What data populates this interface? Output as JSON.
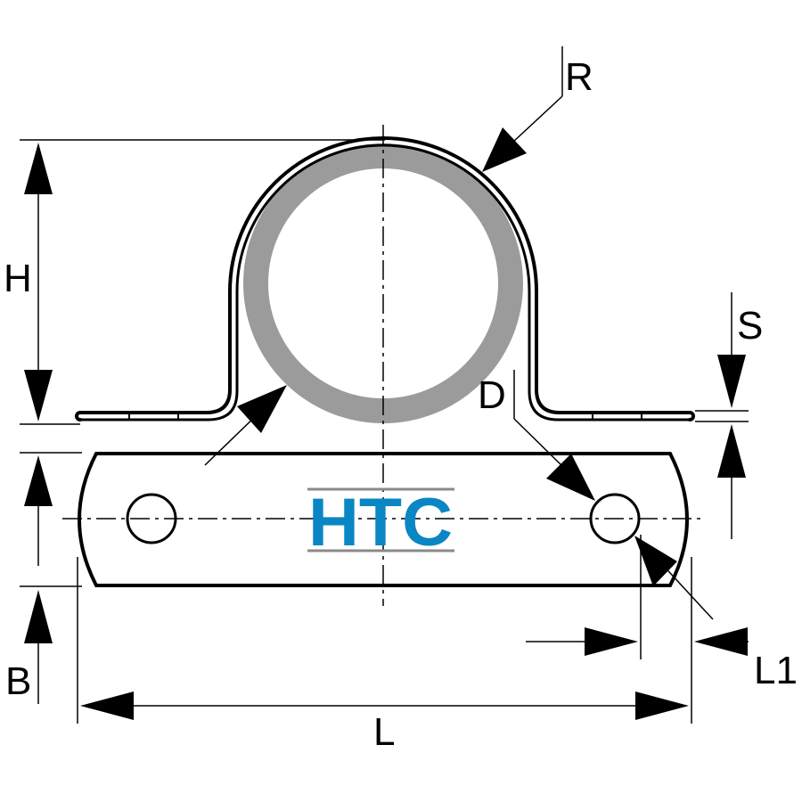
{
  "labels": {
    "R": "R",
    "H": "H",
    "S": "S",
    "D": "D",
    "B": "B",
    "L": "L",
    "L1": "L1"
  },
  "logo": {
    "text": "HTC",
    "color": "#0a86c4",
    "rule_color": "#8a8a8a"
  },
  "colors": {
    "line": "#000000",
    "pipe": "#9b9b9b",
    "background": "#ffffff"
  }
}
